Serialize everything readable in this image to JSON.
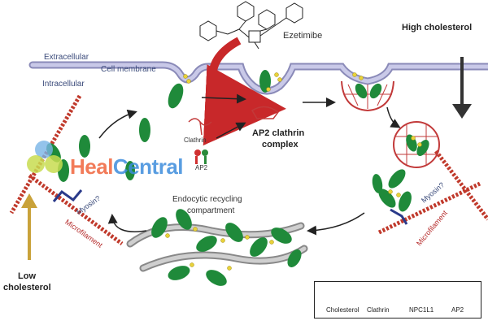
{
  "labels": {
    "extracellular": "Extracellular",
    "cell_membrane": "Cell membrane",
    "intracellular": "Intracellular",
    "ezetimibe": "Ezetimibe",
    "high_cholesterol": "High cholesterol",
    "low_cholesterol_1": "Low",
    "low_cholesterol_2": "cholesterol",
    "ap2_clathrin_1": "AP2 clathrin",
    "ap2_clathrin_2": "complex",
    "clathrin": "Clathrin",
    "ap2": "AP2",
    "endocytic_1": "Endocytic recycling",
    "endocytic_2": "compartment",
    "myosin_left": "Myosin?",
    "myosin_right": "Myosin?",
    "microfilament_left": "Microfilament",
    "microfilament_right": "Microfilament"
  },
  "legend": {
    "cholesterol": "Cholesterol",
    "clathrin": "Clathrin",
    "npc1l1": "NPC1L1",
    "ap2": "AP2"
  },
  "watermark": {
    "part1": "Heal",
    "part2": "Central"
  },
  "colors": {
    "membrane": "#b8b8dc",
    "membrane_stroke": "#8a8ab8",
    "npc1l1": "#1f8a3a",
    "cholesterol": "#e8d23a",
    "microfilament": "#c0392b",
    "arrow_red": "#c8282a",
    "arrow_gold": "#c9a23a",
    "arrow_dark": "#333333",
    "clathrin": "#c23a3a",
    "ap2_red": "#d03030",
    "ap2_green": "#2a8a3a",
    "myosin": "#2a3a8a"
  }
}
